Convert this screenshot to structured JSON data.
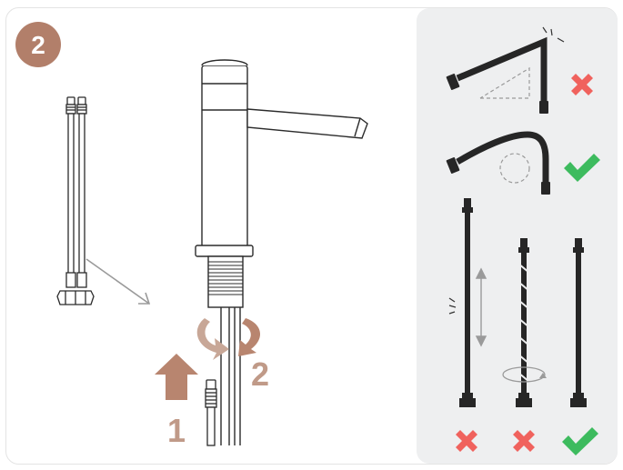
{
  "step_badge": {
    "label": "2"
  },
  "install_steps": [
    {
      "label": "1",
      "action": "push-up"
    },
    {
      "label": "2",
      "action": "rotate"
    }
  ],
  "hose_rules": [
    {
      "rule": "sharp-bend",
      "verdict": "incorrect"
    },
    {
      "rule": "smooth-bend",
      "verdict": "correct"
    },
    {
      "rule": "stretched",
      "verdict": "incorrect"
    },
    {
      "rule": "twisted",
      "verdict": "incorrect"
    },
    {
      "rule": "straight",
      "verdict": "correct"
    }
  ],
  "colors": {
    "accent_brown": "#b8856f",
    "badge_brown": "#b27f6a",
    "panel_gray": "#eeeff0",
    "cross_red": "#f0625d",
    "check_green": "#3dbb5e",
    "line_dark": "#2b2b2b",
    "hose_dark": "#262626",
    "guide_gray": "#9a9a9a"
  },
  "icons": [
    "cross-icon",
    "check-icon",
    "arrow-up-icon",
    "rotate-icon"
  ]
}
